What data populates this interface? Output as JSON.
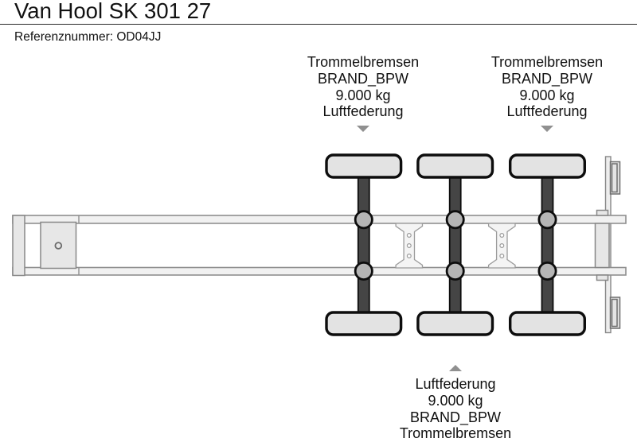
{
  "header": {
    "title": "Van Hool SK 301 27",
    "reference": "Referenznummer: OD04JJ"
  },
  "annotations": {
    "top_left": {
      "target": "axle-1",
      "arrow": "down",
      "lines": [
        "Trommelbremsen",
        "BRAND_BPW",
        "9.000 kg",
        "Luftfederung"
      ]
    },
    "top_right": {
      "target": "axle-3",
      "arrow": "down",
      "lines": [
        "Trommelbremsen",
        "BRAND_BPW",
        "9.000 kg",
        "Luftfederung"
      ]
    },
    "bottom": {
      "target": "axle-2",
      "arrow": "up",
      "lines": [
        "Luftfederung",
        "9.000 kg",
        "BRAND_BPW",
        "Trommelbremsen"
      ]
    }
  },
  "diagram": {
    "type": "semi-trailer top-view axle schematic",
    "axle_count": 3,
    "parts": [
      "kingpin-plate",
      "chassis-rails",
      "cross-members",
      "axles",
      "air-bellows",
      "tires",
      "rear-bumper",
      "tail-lamps"
    ]
  },
  "colors": {
    "page_bg": "#ffffff",
    "text": "#111111",
    "rule": "#2a2a2a",
    "arrow": "#909090",
    "rail_fill": "#f1f1f1",
    "rail_stroke": "#8f8f8f",
    "panel_fill": "#e7e7e7",
    "panel_stroke": "#878787",
    "member_fill": "#f4f4f4",
    "member_stroke": "#9b9b9b",
    "tire_fill": "#e3e3e3",
    "tire_stroke": "#0d0d0d",
    "axle_fill": "#454545",
    "axle_stroke": "#0d0d0d",
    "bellow_fill": "#b5b5b5"
  }
}
